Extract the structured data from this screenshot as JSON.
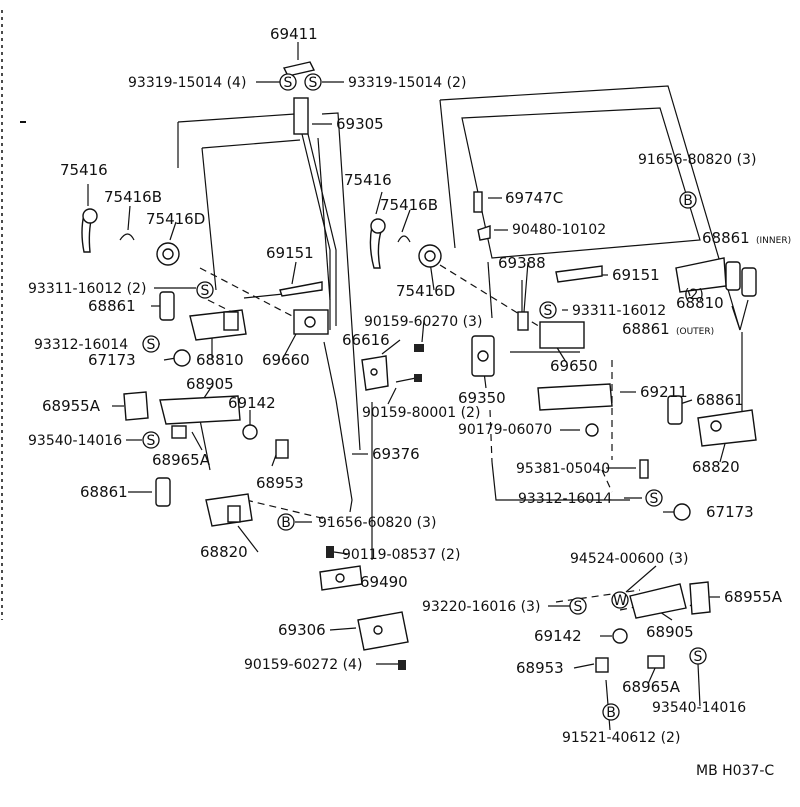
{
  "labels": {
    "p69411": "69411",
    "p93319a": "93319-15014 (4)",
    "p93319b": "93319-15014 (2)",
    "p69305": "69305",
    "p91656a": "91656-80820 (3)",
    "p75416a": "75416",
    "p75416Ba": "75416B",
    "p75416Da": "75416D",
    "p75416b": "75416",
    "p75416Bb": "75416B",
    "p75416Db": "75416D",
    "p69747C": "69747C",
    "p90480": "90480-10102",
    "p69151a": "69151",
    "p69151b": "69151",
    "p69388": "69388",
    "p68861inner": "68861",
    "inner": "(INNER)",
    "p93311a": "93311-16012 (2)",
    "p93311b": "93311-16012",
    "p93311bq": "(2)",
    "p68810a": "68810",
    "p68810b": "68810",
    "p68861a": "68861",
    "p68861outer": "68861",
    "outer": "(OUTER)",
    "p90159a": "90159-60270 (3)",
    "p93312a": "93312-16014",
    "p66616": "66616",
    "p69650": "69650",
    "p67173a": "67173",
    "p69660": "69660",
    "p68905a": "68905",
    "p69350": "69350",
    "p69211": "69211",
    "p68955Aa": "68955A",
    "p69142a": "69142",
    "p90159b": "90159-80001 (2)",
    "p68861b": "68861",
    "p93540a": "93540-14016",
    "p90179": "90179-06070",
    "p68965Aa": "68965A",
    "p69376": "69376",
    "p68953a": "68953",
    "p68820a": "68820",
    "p95381": "95381-05040",
    "p68861c": "68861",
    "p93312b": "93312-16014",
    "p67173b": "67173",
    "p91656b": "91656-60820 (3)",
    "p68820b": "68820",
    "p90119": "90119-08537 (2)",
    "p94524": "94524-00600 (3)",
    "p69490": "69490",
    "p68955Ab": "68955A",
    "p93220": "93220-16016 (3)",
    "p69306": "69306",
    "p68905b": "68905",
    "p69142b": "69142",
    "p90159c": "90159-60272 (4)",
    "p68953b": "68953",
    "p68965Ab": "68965A",
    "p93540b": "93540-14016",
    "p91521": "91521-40612 (2)",
    "code": "MB H037-C"
  },
  "symbols": {
    "screw": "S",
    "bolt": "B",
    "washer": "W"
  }
}
